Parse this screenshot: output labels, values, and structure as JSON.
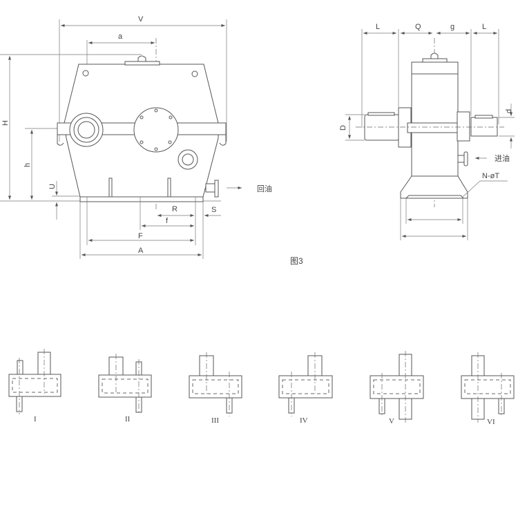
{
  "figure_caption": "图3",
  "front_view": {
    "dimensions": {
      "V": "V",
      "a": "a",
      "H": "H",
      "h": "h",
      "U": "U",
      "R": "R",
      "S": "S",
      "f": "f",
      "F": "F",
      "A": "A"
    },
    "oil_return_label": "回油"
  },
  "side_view": {
    "dimensions": {
      "L_left": "L",
      "Q": "Q",
      "g": "g",
      "L_right": "L",
      "D": "D",
      "d": "d"
    },
    "oil_inlet_label": "进油",
    "bolt_holes_label": "N-øT"
  },
  "assembly_configs": [
    {
      "label": "I"
    },
    {
      "label": "II"
    },
    {
      "label": "III"
    },
    {
      "label": "IV"
    },
    {
      "label": "V"
    },
    {
      "label": "VI"
    }
  ]
}
